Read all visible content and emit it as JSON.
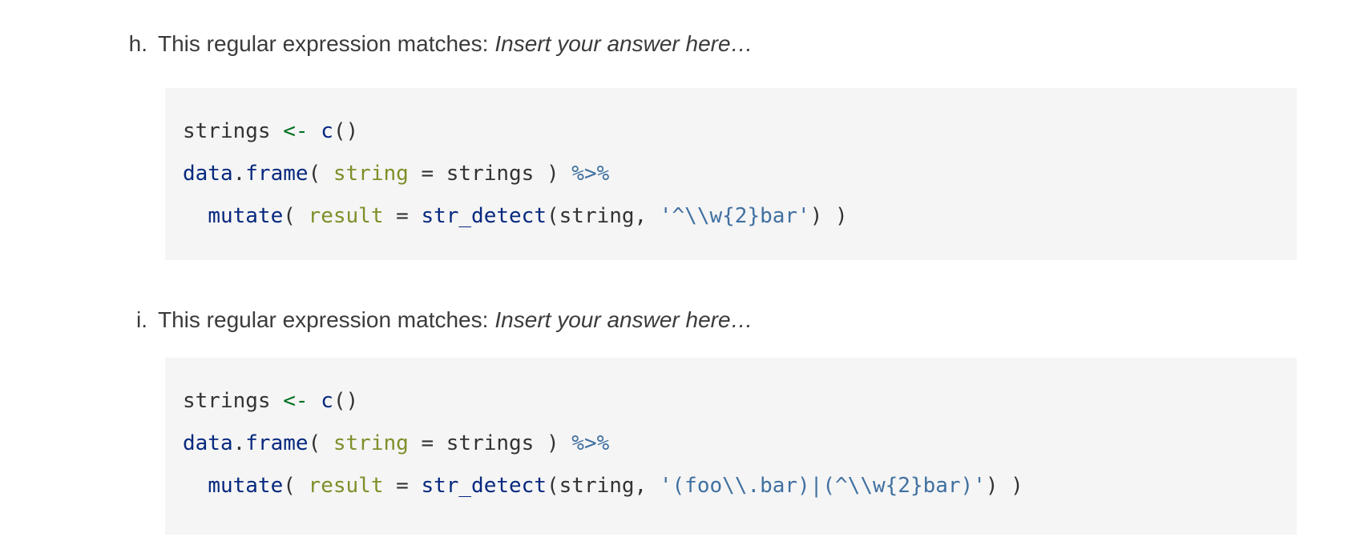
{
  "page": {
    "bg": "#ffffff",
    "code_bg": "#f5f5f5",
    "heading_color": "#3b3b3b"
  },
  "palette": {
    "normal": "#333333",
    "function": "#06287e",
    "operator": "#007020",
    "attribute": "#7d9029",
    "string": "#4070a0",
    "special": "#4070a0"
  },
  "sections": [
    {
      "marker": "h.",
      "prompt": "This regular expression matches:",
      "answer_placeholder": "Insert your answer here…",
      "code": {
        "language": "r",
        "lines": [
          [
            {
              "t": "strings ",
              "c": "nm"
            },
            {
              "t": "<-",
              "c": "ot"
            },
            {
              "t": " ",
              "c": "nm"
            },
            {
              "t": "c",
              "c": "fu"
            },
            {
              "t": "()",
              "c": "nm"
            }
          ],
          [
            {
              "t": "data",
              "c": "fu"
            },
            {
              "t": ".",
              "c": "nm"
            },
            {
              "t": "frame",
              "c": "fu"
            },
            {
              "t": "( ",
              "c": "nm"
            },
            {
              "t": "string",
              "c": "at"
            },
            {
              "t": " = strings ) ",
              "c": "nm"
            },
            {
              "t": "%>%",
              "c": "sc"
            }
          ],
          [
            {
              "t": "  ",
              "c": "nm"
            },
            {
              "t": "mutate",
              "c": "fu"
            },
            {
              "t": "( ",
              "c": "nm"
            },
            {
              "t": "result",
              "c": "at"
            },
            {
              "t": " = ",
              "c": "nm"
            },
            {
              "t": "str_detect",
              "c": "fu"
            },
            {
              "t": "(string, ",
              "c": "nm"
            },
            {
              "t": "'^\\\\w{2}bar'",
              "c": "st"
            },
            {
              "t": ") )",
              "c": "nm"
            }
          ]
        ]
      }
    },
    {
      "marker": "i.",
      "prompt": "This regular expression matches:",
      "answer_placeholder": "Insert your answer here…",
      "code": {
        "language": "r",
        "lines": [
          [
            {
              "t": "strings ",
              "c": "nm"
            },
            {
              "t": "<-",
              "c": "ot"
            },
            {
              "t": " ",
              "c": "nm"
            },
            {
              "t": "c",
              "c": "fu"
            },
            {
              "t": "()",
              "c": "nm"
            }
          ],
          [
            {
              "t": "data",
              "c": "fu"
            },
            {
              "t": ".",
              "c": "nm"
            },
            {
              "t": "frame",
              "c": "fu"
            },
            {
              "t": "( ",
              "c": "nm"
            },
            {
              "t": "string",
              "c": "at"
            },
            {
              "t": " = strings ) ",
              "c": "nm"
            },
            {
              "t": "%>%",
              "c": "sc"
            }
          ],
          [
            {
              "t": "  ",
              "c": "nm"
            },
            {
              "t": "mutate",
              "c": "fu"
            },
            {
              "t": "( ",
              "c": "nm"
            },
            {
              "t": "result",
              "c": "at"
            },
            {
              "t": " = ",
              "c": "nm"
            },
            {
              "t": "str_detect",
              "c": "fu"
            },
            {
              "t": "(string, ",
              "c": "nm"
            },
            {
              "t": "'(foo\\\\.bar)|(^\\\\w{2}bar)'",
              "c": "st"
            },
            {
              "t": ") )",
              "c": "nm"
            }
          ]
        ]
      }
    }
  ]
}
